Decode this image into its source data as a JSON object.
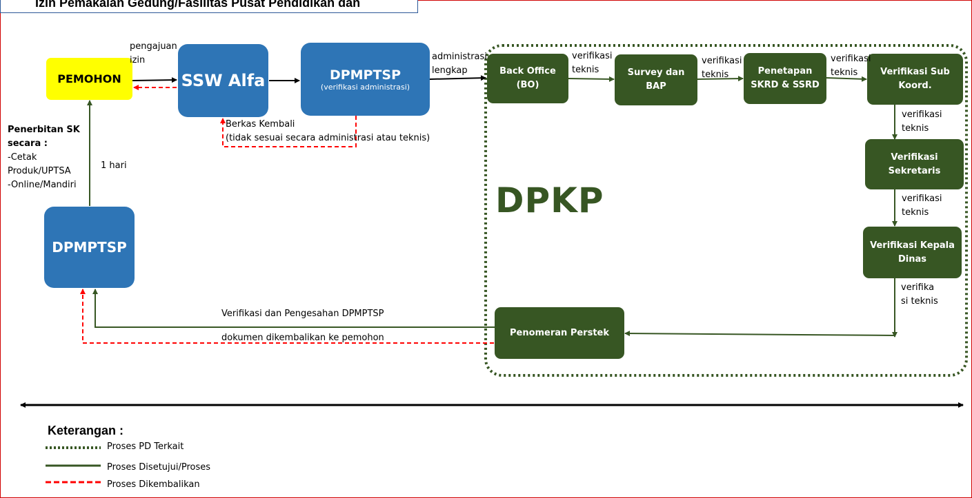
{
  "title": "Izin Pemakaian Gedung/Fasilitas Pusat Pendidikan dan",
  "colors": {
    "blue": "#2e75b6",
    "green": "#375623",
    "yellow": "#ffff00",
    "red": "#ff0000"
  },
  "nodes": {
    "pemohon": "PEMOHON",
    "ssw_alfa": "SSW Alfa",
    "dpmptsp_admin": "DPMPTSP",
    "dpmptsp_admin_sub": "(verifikasi administrasi)",
    "dpmptsp_bottom": "DPMPTSP",
    "back_office": [
      "Back Office",
      "(BO)"
    ],
    "survey": [
      "Survey dan",
      "BAP"
    ],
    "penetapan": [
      "Penetapan",
      "SKRD & SSRD"
    ],
    "verif_sub": [
      "Verifikasi Sub",
      "Koord."
    ],
    "verif_sekretaris": [
      "Verifikasi",
      "Sekretaris"
    ],
    "verif_kepala": [
      "Verifikasi Kepala",
      "Dinas"
    ],
    "penomeran": "Penomeran Perstek"
  },
  "group_label": "DPKP",
  "labels": {
    "pengajuan": [
      "pengajuan",
      "izin"
    ],
    "administrasi": [
      "administrasi",
      "lengkap"
    ],
    "verif1": [
      "verifikasi",
      "teknis"
    ],
    "verif2": [
      "verifikasi",
      "teknis"
    ],
    "verif3": [
      "verifikasi",
      "teknis"
    ],
    "verif4": [
      "verifikasi",
      "teknis"
    ],
    "verif5": [
      "verifikasi",
      "teknis"
    ],
    "verif6": [
      "verifika",
      "si teknis"
    ],
    "berkas": [
      "Berkas Kembali",
      "(tidak sesuai secara administrasi atau teknis)"
    ],
    "penerbitan_bold": [
      "Penerbitan SK",
      "secara :"
    ],
    "penerbitan_items": [
      "-Cetak",
      "Produk/UPTSA",
      "-Online/Mandiri"
    ],
    "satu_hari": "1 hari",
    "verifikasi_pengesahan": "Verifikasi dan Pengesahan DPMPTSP",
    "dokumen": "dokumen  dikembalikan ke pemohon"
  },
  "legend": {
    "title": "Keterangan :",
    "items": [
      {
        "style": "dotted",
        "label": "Proses PD Terkait"
      },
      {
        "style": "solid",
        "label": "Proses Disetujui/Proses"
      },
      {
        "style": "dashed",
        "label": "Proses Dikembalikan"
      }
    ]
  }
}
